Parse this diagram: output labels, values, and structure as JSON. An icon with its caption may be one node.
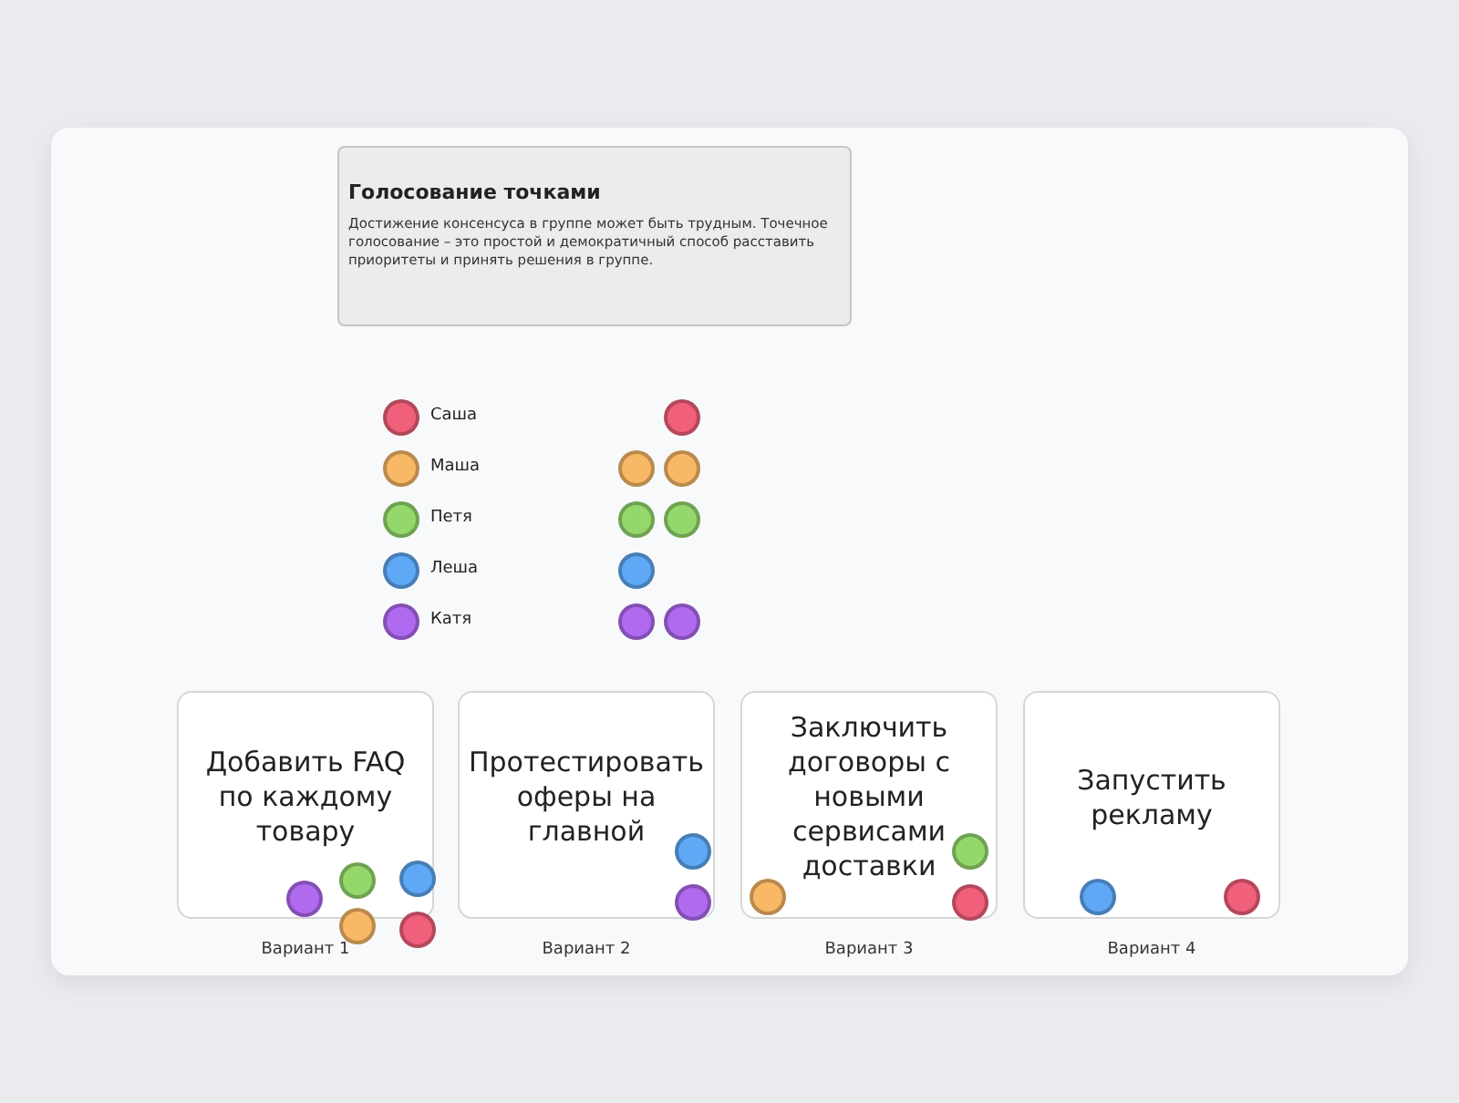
{
  "diagram": {
    "nodes": [
      {
        "text": [
          "Голосование точками",
          "Достижение консенсуса в группе может быть трудным. Точечное голосование – это простой и демократичный способ расставить приоритеты и принять решения в группе."
        ]
      },
      {
        "text": [
          "Добавить FAQ по каждому товару"
        ],
        "beside": [
          "Вариант 1"
        ]
      },
      {
        "text": [
          "Протестировать оферы на главной"
        ],
        "beside": [
          "Вариант 2"
        ]
      },
      {
        "text": [
          "Заключить договоры с новыми сервисами доставки"
        ],
        "beside": [
          "Вариант 3"
        ]
      },
      {
        "text": [
          "Запустить рекламу"
        ],
        "beside": [
          "Вариант 4"
        ]
      }
    ],
    "legend": [
      {
        "text": "Саша",
        "color": "#f0607a"
      },
      {
        "text": "Маша",
        "color": "#f8b866"
      },
      {
        "text": "Петя",
        "color": "#94d86c"
      },
      {
        "text": "Леша",
        "color": "#5ea8f5"
      },
      {
        "text": "Катя",
        "color": "#b06af0"
      }
    ]
  }
}
